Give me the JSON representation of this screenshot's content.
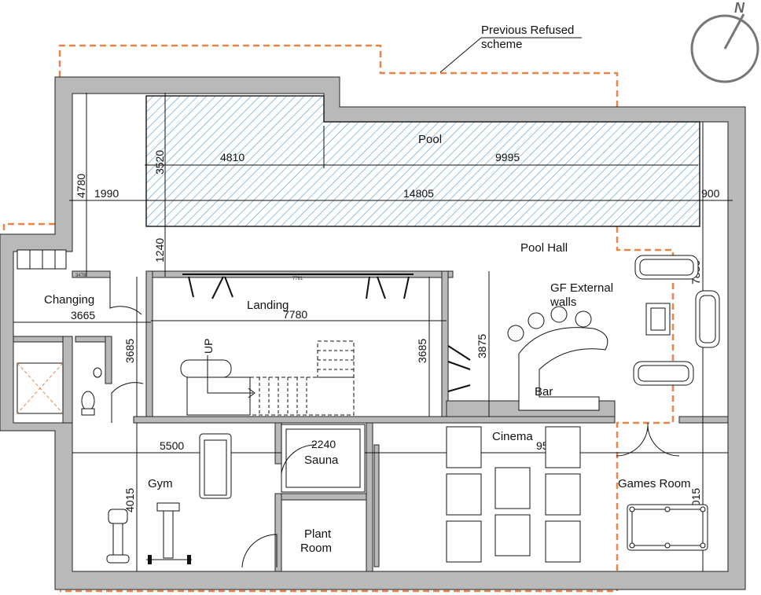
{
  "annotations": {
    "previous_scheme_line1": "Previous Refused",
    "previous_scheme_line2": "scheme",
    "gf_walls_line1": "GF External",
    "gf_walls_line2": "walls",
    "north": "N",
    "stair_up": "UP",
    "small_dim_a": "3478",
    "small_dim_b": "7781"
  },
  "rooms": {
    "pool": "Pool",
    "pool_hall": "Pool Hall",
    "changing": "Changing",
    "landing": "Landing",
    "bar": "Bar",
    "cinema": "Cinema",
    "games_room": "Games Room",
    "gym": "Gym",
    "sauna": "Sauna",
    "plant_room_line1": "Plant",
    "plant_room_line2": "Room"
  },
  "dimensions": {
    "pool_width": "3520",
    "pool_shallow_length": "4810",
    "pool_deep_length": "9995",
    "pool_total_length": "14805",
    "west_offset": "1990",
    "east_offset": "900",
    "west_wall_height": "4780",
    "gap_height": "1240",
    "changing_width": "3665",
    "landing_width": "7780",
    "landing_height_left": "3685",
    "landing_height_right": "3685",
    "bar_height": "3875",
    "pool_hall_height": "7880",
    "gym_width": "5500",
    "gym_height": "4015",
    "sauna_width": "2240",
    "cinema_width": "9570",
    "games_height": "4015"
  },
  "colors": {
    "wall_fill": "#b9b9b9",
    "pool_hatch": "#4a9bc9",
    "previous_scheme_line": "#e8844a"
  }
}
